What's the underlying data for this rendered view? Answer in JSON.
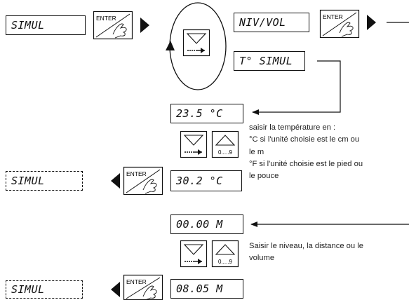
{
  "displays": {
    "simul_top": "SIMUL",
    "niv_vol": "NIV/VOL",
    "t_simul": "T° SIMUL",
    "temp_input": "23.5 °C",
    "simul_mid": "SIMUL",
    "temp_value": "30.2 °C",
    "level_input": "00.00 M",
    "simul_bottom": "SIMUL",
    "level_value": "08.05 M"
  },
  "keys": {
    "enter": "ENTER",
    "digits": "0.....9"
  },
  "notes": {
    "temperature": [
      "saisir la température en :",
      "°C si l'unité choisie est le cm ou",
      "le m",
      "°F si l'unité choisie est le pied ou",
      "le pouce"
    ],
    "level": [
      "Saisir le niveau, la distance ou le",
      "volume"
    ]
  }
}
